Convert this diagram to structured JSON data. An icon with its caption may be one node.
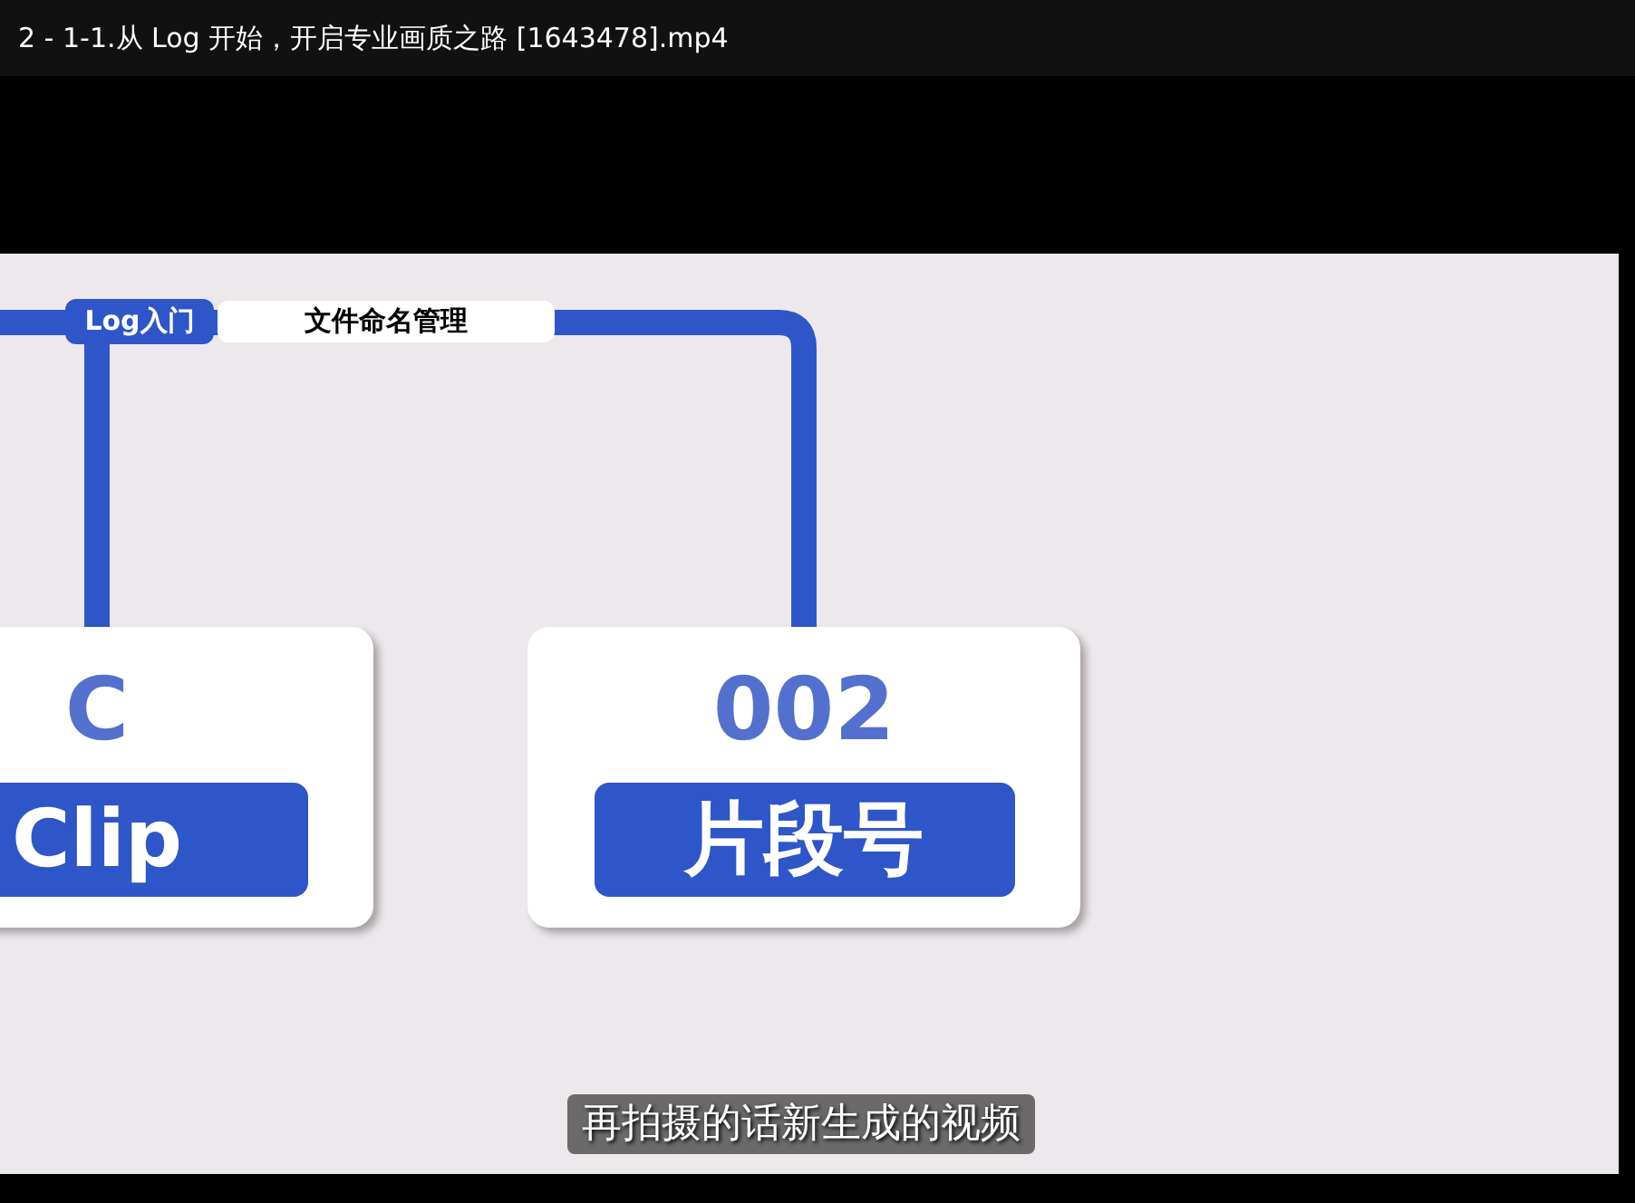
{
  "diagram": {
    "title": "2 - 1-1.从 Log 开始，开启专业画质之路 [1643478].mp4",
    "nodes": [
      {
        "text": [
          "Log入门"
        ]
      },
      {
        "text": [
          "文件命名管理"
        ]
      },
      {
        "text": [
          "C",
          "Clip"
        ]
      },
      {
        "text": [
          "002",
          "片段号"
        ]
      }
    ],
    "edges": [
      {
        "from": null,
        "to": 2,
        "arrow": "none"
      },
      {
        "from": null,
        "to": 3,
        "arrow": "none"
      }
    ],
    "labels": [
      "再拍摄的话新生成的视频"
    ]
  }
}
